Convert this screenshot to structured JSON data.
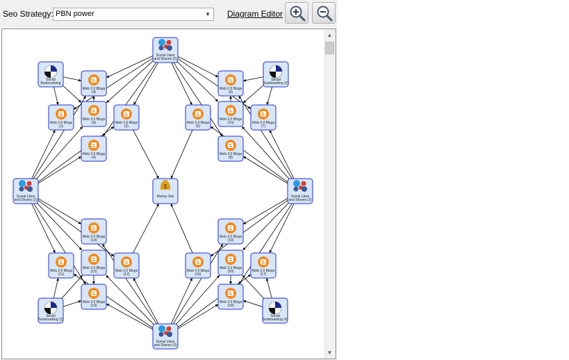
{
  "toolbar": {
    "strategy_label": "Seo Strategy:",
    "strategy_value": "PBN power",
    "diagram_editor_label": "Diagram Editor",
    "zoom_in_icon": "zoom-in-icon",
    "zoom_out_icon": "zoom-out-icon"
  },
  "colors": {
    "node_border": "#2233cc",
    "node_fill": "#d8e6f8",
    "blogger_orange": "#f48a1e",
    "money_gold": "#e0a020",
    "edge": "#000000"
  },
  "diagram": {
    "nodes": [
      {
        "id": "social_top",
        "type": "social",
        "label1": "Social Likes",
        "label2": "and Shares (2)"
      },
      {
        "id": "bm_tl",
        "type": "bookmark",
        "label1": "Social",
        "label2": "Bookmarking"
      },
      {
        "id": "w_tl_top",
        "type": "blog",
        "label1": "Web 2.0 Blogs",
        "label2": "(4)"
      },
      {
        "id": "w_tl_l",
        "type": "blog",
        "label1": "Web 2.0 Blogs",
        "label2": "(1)"
      },
      {
        "id": "w_tl_c",
        "type": "blog",
        "label1": "Web 2.0 Blogs",
        "label2": "(5)"
      },
      {
        "id": "w_tl_r",
        "type": "blog",
        "label1": "Web 2.0 Blogs",
        "label2": "(2)"
      },
      {
        "id": "w_tl_b",
        "type": "blog",
        "label1": "Web 2.0 Blogs",
        "label2": "(4)"
      },
      {
        "id": "bm_tr",
        "type": "bookmark",
        "label1": "Social",
        "label2": "Bookmarking (2)"
      },
      {
        "id": "w_tr_top",
        "type": "blog",
        "label1": "Web 2.0 Blogs",
        "label2": "(9)"
      },
      {
        "id": "w_tr_l",
        "type": "blog",
        "label1": "Web 2.0 Blogs",
        "label2": "(6)"
      },
      {
        "id": "w_tr_c",
        "type": "blog",
        "label1": "Web 2.0 Blogs",
        "label2": "(10)"
      },
      {
        "id": "w_tr_r",
        "type": "blog",
        "label1": "Web 2.0 Blogs",
        "label2": "(7)"
      },
      {
        "id": "w_tr_b",
        "type": "blog",
        "label1": "Web 2.0 Blogs",
        "label2": "(8)"
      },
      {
        "id": "social_left",
        "type": "social",
        "label1": "Social Likes",
        "label2": "and Shares (2)"
      },
      {
        "id": "money",
        "type": "money",
        "label1": "Money Site",
        "label2": ""
      },
      {
        "id": "social_right",
        "type": "social",
        "label1": "Social Likes",
        "label2": "and Shares (2)"
      },
      {
        "id": "w_bl_top",
        "type": "blog",
        "label1": "Web 2.0 Blogs",
        "label2": "(14)"
      },
      {
        "id": "w_bl_l",
        "type": "blog",
        "label1": "Web 2.0 Blogs",
        "label2": "(11)"
      },
      {
        "id": "w_bl_c",
        "type": "blog",
        "label1": "Web 2.0 Blogs",
        "label2": "(15)"
      },
      {
        "id": "w_bl_r",
        "type": "blog",
        "label1": "Web 2.0 Blogs",
        "label2": "(12)"
      },
      {
        "id": "w_bl_b",
        "type": "blog",
        "label1": "Web 2.0 Blogs",
        "label2": "(13)"
      },
      {
        "id": "bm_bl",
        "type": "bookmark",
        "label1": "Social",
        "label2": "Bookmarking (3)"
      },
      {
        "id": "w_br_top",
        "type": "blog",
        "label1": "Web 2.0 Blogs",
        "label2": "(19)"
      },
      {
        "id": "w_br_l",
        "type": "blog",
        "label1": "Web 2.0 Blogs",
        "label2": "(16)"
      },
      {
        "id": "w_br_c",
        "type": "blog",
        "label1": "Web 2.0 Blogs",
        "label2": "(20)"
      },
      {
        "id": "w_br_r",
        "type": "blog",
        "label1": "Web 2.0 Blogs",
        "label2": "(17)"
      },
      {
        "id": "w_br_b",
        "type": "blog",
        "label1": "Web 2.0 Blogs",
        "label2": "(18)"
      },
      {
        "id": "bm_br",
        "type": "bookmark",
        "label1": "Social",
        "label2": "Bookmarking (4)"
      },
      {
        "id": "social_bottom",
        "type": "social",
        "label1": "Social Likes",
        "label2": "and Shares (2)"
      }
    ],
    "edges": [
      [
        "social_top",
        "w_tl_top"
      ],
      [
        "social_top",
        "w_tl_l"
      ],
      [
        "social_top",
        "w_tl_c"
      ],
      [
        "social_top",
        "w_tl_r"
      ],
      [
        "social_top",
        "w_tl_b"
      ],
      [
        "social_top",
        "w_tr_top"
      ],
      [
        "social_top",
        "w_tr_l"
      ],
      [
        "social_top",
        "w_tr_c"
      ],
      [
        "social_top",
        "w_tr_r"
      ],
      [
        "social_top",
        "w_tr_b"
      ],
      [
        "social_left",
        "w_tl_top"
      ],
      [
        "social_left",
        "w_tl_l"
      ],
      [
        "social_left",
        "w_tl_c"
      ],
      [
        "social_left",
        "w_tl_r"
      ],
      [
        "social_left",
        "w_tl_b"
      ],
      [
        "social_left",
        "w_bl_top"
      ],
      [
        "social_left",
        "w_bl_l"
      ],
      [
        "social_left",
        "w_bl_c"
      ],
      [
        "social_left",
        "w_bl_r"
      ],
      [
        "social_left",
        "w_bl_b"
      ],
      [
        "social_right",
        "w_tr_top"
      ],
      [
        "social_right",
        "w_tr_l"
      ],
      [
        "social_right",
        "w_tr_c"
      ],
      [
        "social_right",
        "w_tr_r"
      ],
      [
        "social_right",
        "w_tr_b"
      ],
      [
        "social_right",
        "w_br_top"
      ],
      [
        "social_right",
        "w_br_l"
      ],
      [
        "social_right",
        "w_br_c"
      ],
      [
        "social_right",
        "w_br_r"
      ],
      [
        "social_right",
        "w_br_b"
      ],
      [
        "social_bottom",
        "w_bl_top"
      ],
      [
        "social_bottom",
        "w_bl_l"
      ],
      [
        "social_bottom",
        "w_bl_c"
      ],
      [
        "social_bottom",
        "w_bl_r"
      ],
      [
        "social_bottom",
        "w_bl_b"
      ],
      [
        "social_bottom",
        "w_br_top"
      ],
      [
        "social_bottom",
        "w_br_l"
      ],
      [
        "social_bottom",
        "w_br_c"
      ],
      [
        "social_bottom",
        "w_br_r"
      ],
      [
        "social_bottom",
        "w_br_b"
      ],
      [
        "bm_tl",
        "w_tl_top"
      ],
      [
        "bm_tl",
        "w_tl_c"
      ],
      [
        "bm_tl",
        "w_tl_l"
      ],
      [
        "bm_tr",
        "w_tr_top"
      ],
      [
        "bm_tr",
        "w_tr_c"
      ],
      [
        "bm_tr",
        "w_tr_r"
      ],
      [
        "bm_bl",
        "w_bl_b"
      ],
      [
        "bm_bl",
        "w_bl_c"
      ],
      [
        "bm_bl",
        "w_bl_l"
      ],
      [
        "bm_br",
        "w_br_b"
      ],
      [
        "bm_br",
        "w_br_c"
      ],
      [
        "bm_br",
        "w_br_r"
      ],
      [
        "w_tl_r",
        "money"
      ],
      [
        "w_tr_l",
        "money"
      ],
      [
        "w_bl_r",
        "money"
      ],
      [
        "w_br_l",
        "money"
      ],
      [
        "w_tl_c",
        "w_tl_top"
      ],
      [
        "w_tr_c",
        "w_tr_top"
      ],
      [
        "w_bl_c",
        "w_bl_b"
      ],
      [
        "w_br_c",
        "w_br_b"
      ]
    ]
  }
}
